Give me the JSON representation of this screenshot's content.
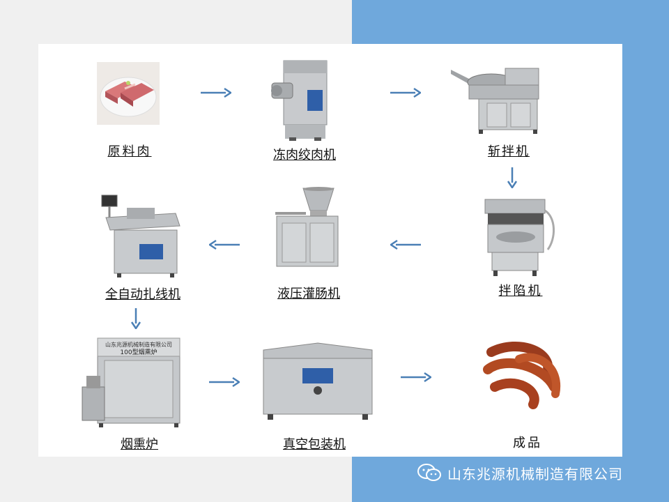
{
  "company": "山东兆源机械制造有限公司",
  "colors": {
    "accent": "#6fa8dc",
    "arrow": "#4a7fb5",
    "steel": "#b9bcc0"
  },
  "steps": [
    {
      "label": "原料肉",
      "icon": "raw-meat-image"
    },
    {
      "label": "冻肉绞肉机",
      "icon": "meat-grinder-image"
    },
    {
      "label": "斩拌机",
      "icon": "bowl-cutter-image"
    },
    {
      "label": "拌陷机",
      "icon": "mixer-image"
    },
    {
      "label": "液压灌肠机",
      "icon": "sausage-filler-image"
    },
    {
      "label": "全自动扎线机",
      "icon": "tying-machine-image"
    },
    {
      "label": "烟熏炉",
      "icon": "smokehouse-image"
    },
    {
      "label": "真空包装机",
      "icon": "vacuum-packer-image"
    },
    {
      "label": "成品",
      "icon": "sausage-image"
    }
  ]
}
